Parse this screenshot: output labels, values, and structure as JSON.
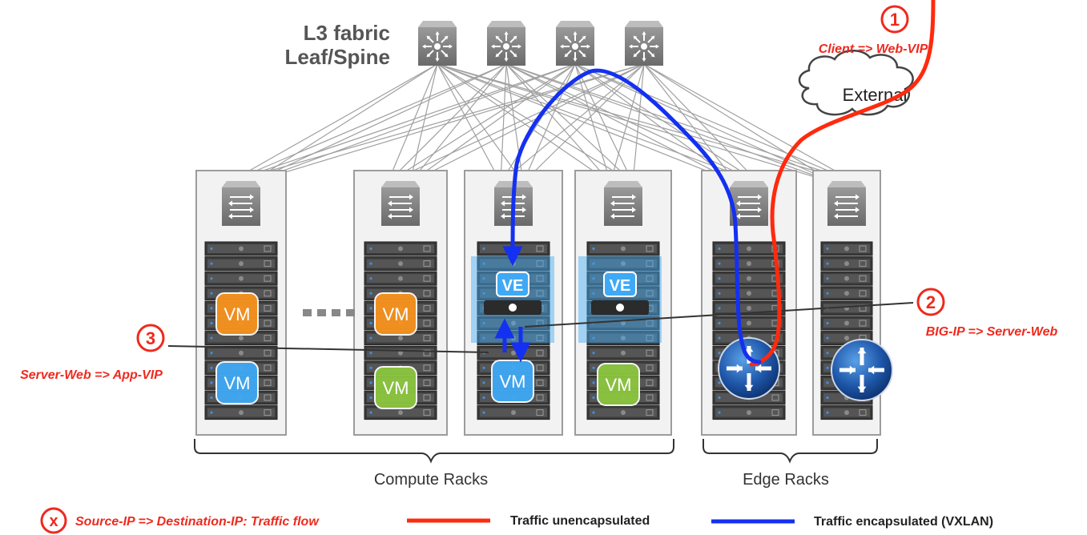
{
  "title": {
    "line1": "L3 fabric",
    "line2": "Leaf/Spine"
  },
  "cloud_label": "External",
  "flows": [
    {
      "number": "1",
      "label": "Client => Web-VIP"
    },
    {
      "number": "2",
      "label": "BIG-IP => Server-Web"
    },
    {
      "number": "3",
      "label": "Server-Web => App-VIP"
    }
  ],
  "vm_label": "VM",
  "ve_label": "VE",
  "group_labels": {
    "compute": "Compute Racks",
    "edge": "Edge Racks"
  },
  "legend": {
    "marker": "x",
    "flow_text": "Source-IP => Destination-IP: Traffic flow",
    "unencap": "Traffic unencapsulated",
    "encap": "Traffic encapsulated (VXLAN)"
  },
  "colors": {
    "unencapsulated": "#ff2a0e",
    "encapsulated": "#1430f0",
    "vm_orange": "#f7931e",
    "vm_blue": "#3fa9f5",
    "vm_green": "#8cc63f",
    "annotation": "#ee2a1e"
  }
}
